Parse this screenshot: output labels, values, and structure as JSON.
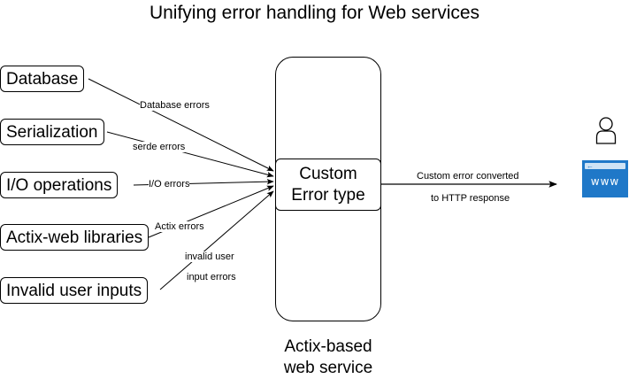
{
  "title": "Unifying error handling for Web services",
  "sources": [
    {
      "label": "Database"
    },
    {
      "label": "Serialization"
    },
    {
      "label": "I/O operations"
    },
    {
      "label": "Actix-web libraries"
    },
    {
      "label": "Invalid user inputs"
    }
  ],
  "edges": {
    "database": "Database errors",
    "serde": "serde errors",
    "io": "I/O errors",
    "actix": "Actix errors",
    "invalid_line1": "invalid user",
    "invalid_line2": "input errors"
  },
  "center": {
    "line1": "Custom",
    "line2": "Error type"
  },
  "service": {
    "line1": "Actix-based",
    "line2": "web service"
  },
  "output_edge": {
    "line1": "Custom error converted",
    "line2": "to HTTP response"
  },
  "client": {
    "icon_user": "user-icon",
    "icon_web": "browser-icon",
    "web_text": "www",
    "web_color": "#1f78c8"
  }
}
